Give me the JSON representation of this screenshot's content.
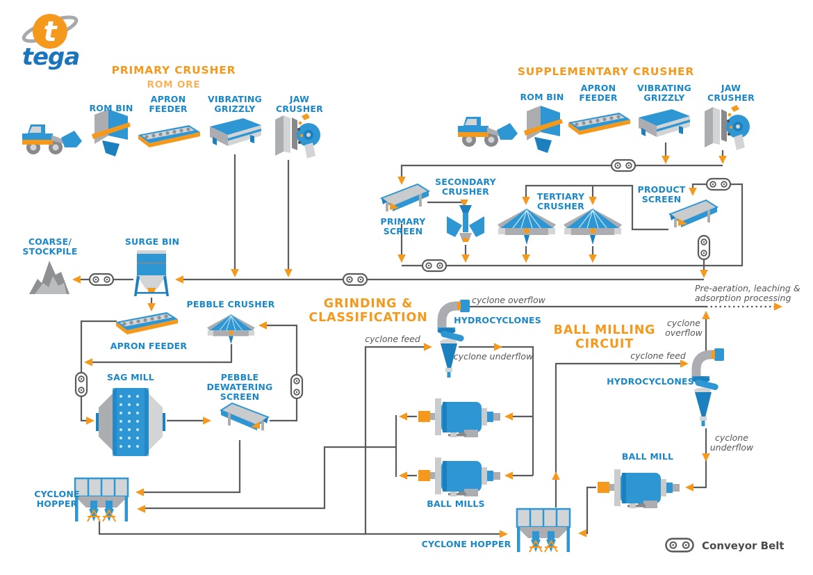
{
  "logo": {
    "brand": "tega"
  },
  "titles": {
    "primary_crusher": "PRIMARY CRUSHER",
    "rom_ore": "ROM ORE",
    "supplementary_crusher": "SUPPLEMENTARY CRUSHER",
    "grinding_classification": "GRINDING &\nCLASSIFICATION",
    "ball_milling_circuit": "BALL MILLING\nCIRCUIT"
  },
  "equipment": {
    "rom_bin_primary": "ROM BIN",
    "apron_feeder_primary": "APRON\nFEEDER",
    "vibrating_grizzly_primary": "VIBRATING\nGRIZZLY",
    "jaw_crusher_primary": "JAW\nCRUSHER",
    "rom_bin_supplementary": "ROM BIN",
    "apron_feeder_supplementary": "APRON\nFEEDER",
    "vibrating_grizzly_supplementary": "VIBRATING\nGRIZZLY",
    "jaw_crusher_supplementary": "JAW\nCRUSHER",
    "primary_screen": "PRIMARY\nSCREEN",
    "secondary_crusher": "SECONDARY\nCRUSHER",
    "tertiary_crusher": "TERTIARY\nCRUSHER",
    "product_screen": "PRODUCT\nSCREEN",
    "coarse_stockpile": "COARSE/\nSTOCKPILE",
    "surge_bin": "SURGE BIN",
    "pebble_crusher": "PEBBLE CRUSHER",
    "apron_feeder_sag": "APRON FEEDER",
    "sag_mill": "SAG MILL",
    "pebble_dewatering_screen": "PEBBLE\nDEWATERING\nSCREEN",
    "cyclone_hopper_left": "CYCLONE\nHOPPER",
    "hydrocyclones_left": "HYDROCYCLONES",
    "ball_mills": "BALL MILLS",
    "cyclone_hopper_bottom": "CYCLONE HOPPER",
    "hydrocyclones_right": "HYDROCYCLONES",
    "ball_mill_right": "BALL MILL"
  },
  "annotations": {
    "cyclone_overflow_left": "cyclone overflow",
    "cyclone_feed_left": "cyclone feed",
    "cyclone_underflow_left": "cyclone underflow",
    "cyclone_overflow_right": "cyclone\noverflow",
    "cyclone_feed_right": "cyclone feed",
    "cyclone_underflow_right": "cyclone\nunderflow",
    "pre_aeration": "Pre-aeration, leaching &\nadsorption processing"
  },
  "legend": {
    "conveyor_belt": "Conveyor Belt"
  },
  "icons": {
    "conveyor_belt_symbol": "capsule-with-two-rollers"
  },
  "colors": {
    "accent_orange": "#F5991D",
    "rom_ore_orange": "#F8B25C",
    "label_blue": "#1987C8",
    "line_gray": "#5A5B5D",
    "equipment_blue": "#2E97D3",
    "equipment_gray": "#ABADB0"
  }
}
